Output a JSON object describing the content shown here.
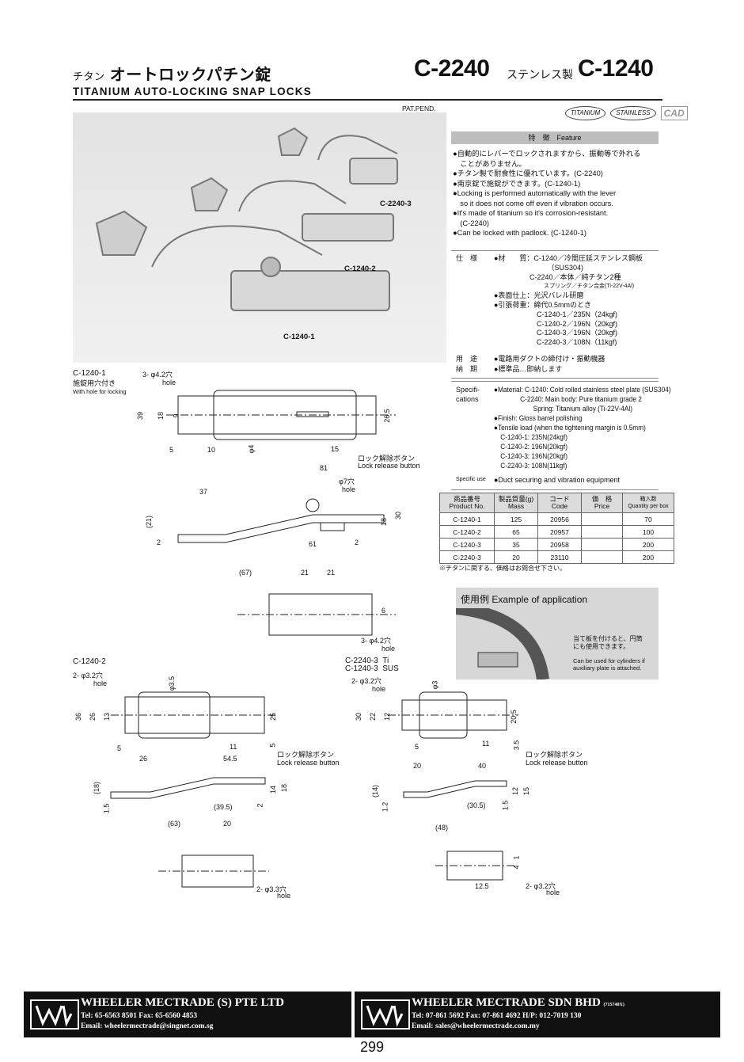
{
  "header": {
    "jp_prefix": "チタン",
    "jp_title": "オートロックパチン錠",
    "en_title": "TITANIUM  AUTO-LOCKING  SNAP  LOCKS",
    "code_main": "C-2240",
    "code_sub": "ステンレス製",
    "code_alt": "C-1240",
    "pat_pend": "PAT.PEND."
  },
  "badges": {
    "titanium": "TITANIUM",
    "stainless": "STAINLESS",
    "cad": "CAD"
  },
  "photo_labels": {
    "c2240_3": "C-2240-3",
    "c1240_2": "C-1240-2",
    "c1240_1": "C-1240-1"
  },
  "feature": {
    "heading": "特　徴　Feature",
    "lines": [
      "●自動的にレバーでロックされますから、振動等で外れる",
      "　ことがありません。",
      "●チタン製で耐食性に優れています。(C-2240)",
      "●南京錠で施錠ができます。(C-1240-1)",
      "●Locking is performed automatically with the lever",
      "　so it does not come off even if vibration occurs.",
      "●It's made of titanium so it's corrosion-resistant.",
      "　(C-2240)",
      "●Can be locked with padlock. (C-1240-1)"
    ]
  },
  "spec_jp": {
    "label_spec": "仕　様",
    "lines": [
      "●材　　質：C-1240／冷間圧延ステンレス鋼板",
      "　　　　　　　　（SUS304)",
      "　　　　　C-2240／本体／純チタン2種",
      "　　　　　　　　　スプリング／チタン合金(Ti-22V-4Al)",
      "●表面仕上：光沢バレル研磨",
      "●引張荷重：締代0.5mmのとき",
      "　　　　　　C-1240-1／235N（24kgf)",
      "　　　　　　C-1240-2／196N（20kgf)",
      "　　　　　　C-1240-3／196N（20kgf)",
      "　　　　　　C-2240-3／108N（11kgf)"
    ],
    "label_use": "用　途",
    "use": "●電路用ダクトの締付け・振動機器",
    "label_delivery": "納　期",
    "delivery": "●標準品…即納します"
  },
  "spec_en": {
    "label": "Specifi-\ncations",
    "lines": [
      "●Material: C-1240: Cold rolled stainless steel plate (SUS304)",
      "　　　　C-2240: Main body: Pure titanium grade 2",
      "　　　　　　Spring: Titanium alloy (Ti-22V-4Al)",
      "●Finish: Gloss barrel polishing",
      "●Tensile load (when the tightening margin is 0.5mm)",
      "　C-1240-1: 235N(24kgf)",
      "　C-1240-2: 196N(20kgf)",
      "　C-1240-3: 196N(20kgf)",
      "　C-2240-3: 108N(11kgf)"
    ],
    "use_label": "Specific use",
    "use": "●Duct securing and vibration equipment"
  },
  "product_table": {
    "headers": [
      "商品番号\nProduct No.",
      "製品質量(g)\nMass",
      "コード\nCode",
      "価　格\nPrice",
      "箱入数\nQuantity per box"
    ],
    "rows": [
      [
        "C-1240-1",
        "125",
        "20956",
        "",
        "70"
      ],
      [
        "C-1240-2",
        "65",
        "20957",
        "",
        "100"
      ],
      [
        "C-1240-3",
        "35",
        "20958",
        "",
        "200"
      ],
      [
        "C-2240-3",
        "20",
        "23110",
        "",
        "200"
      ]
    ],
    "note": "※チタンに関する、価格はお問合せ下さい。"
  },
  "application": {
    "title": "使用例 Example of application",
    "jp": "当て板を付けると、円筒\nにも使用できます。",
    "en": "Can be used for cylinders if\nauxiliary plate is attached."
  },
  "drawing_c1240_1": {
    "title": "C-1240-1",
    "sub_jp": "施錠用穴付き",
    "sub_en": "With hole for locking",
    "hole_note": "3- φ4.2穴",
    "hole_word": "hole",
    "lock_release_jp": "ロック解除ボタン",
    "lock_release_en": "Lock release button",
    "hole7": "φ7穴",
    "dims": [
      "39",
      "18",
      "9",
      "26.5",
      "5",
      "10",
      "φ4",
      "15",
      "81",
      "37",
      "(21)",
      "2",
      "18",
      "30",
      "61",
      "2",
      "(67)",
      "21",
      "21",
      "6",
      "3- φ4.2穴",
      "hole"
    ]
  },
  "drawing_c1240_2": {
    "title": "C-1240-2",
    "hole_note": "2- φ3.2穴",
    "hole_word": "hole",
    "phi": "φ3.5",
    "dims": [
      "36",
      "26",
      "13",
      "25",
      "5",
      "11",
      "5",
      "26",
      "54.5",
      "(18)",
      "1.5",
      "(39.5)",
      "2",
      "14",
      "18",
      "(63)",
      "20"
    ],
    "hole33": "2- φ3.3穴",
    "lock_release_jp": "ロック解除ボタン",
    "lock_release_en": "Lock release button"
  },
  "drawing_c2240_3": {
    "title_a": "C-2240-3",
    "mat_a": "Ti",
    "title_b": "C-1240-3",
    "mat_b": "SUS",
    "hole_note": "2- φ3.2穴",
    "hole_word": "hole",
    "phi": "φ3",
    "dims": [
      "30",
      "22",
      "12",
      "20.5",
      "5",
      "11",
      "3.5",
      "20",
      "40",
      "(14)",
      "1.2",
      "(30.5)",
      "1.5",
      "12",
      "15",
      "(48)",
      "1",
      "4",
      "12.5"
    ],
    "hole33": "2- φ3.2穴",
    "lock_release_jp": "ロック解除ボタン",
    "lock_release_en": "Lock release button"
  },
  "footer": {
    "left": {
      "name": "WHEELER MECTRADE (S) PTE LTD",
      "tel": "Tel: 65-6563 8501   Fax: 65-6560 4853",
      "email": "Email: wheelermectrade@singnet.com.sg"
    },
    "right": {
      "name": "WHEELER MECTRADE SDN BHD",
      "reg": "(715740X)",
      "tel": "Tel: 07-861 5692  Fax: 07-861 4692  H/P: 012-7019 130",
      "email": "Email:  sales@wheelermectrade.com.my"
    },
    "page": "299"
  }
}
